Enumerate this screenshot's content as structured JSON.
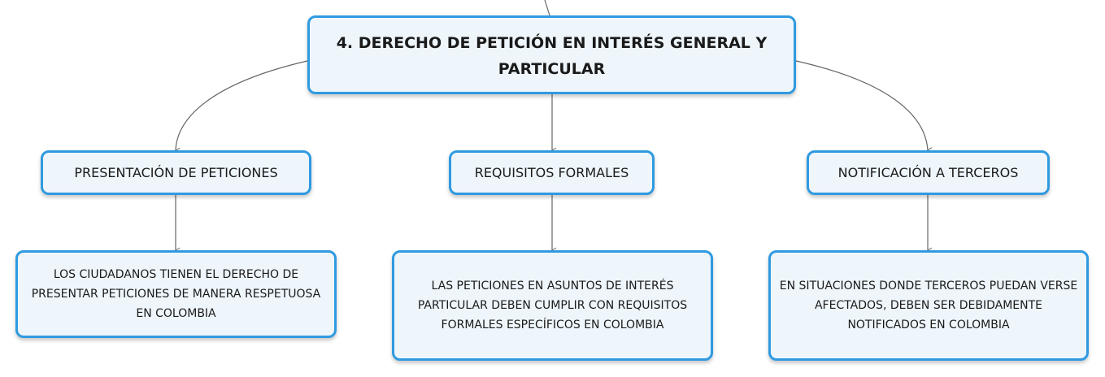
{
  "mindmap": {
    "root": {
      "text": "4. DERECHO DE PETICIÓN EN INTERÉS GENERAL Y PARTICULAR"
    },
    "topics": [
      {
        "title": "PRESENTACIÓN DE PETICIONES",
        "detail": "LOS CIUDADANOS TIENEN EL DERECHO DE PRESENTAR PETICIONES DE MANERA RESPETUOSA EN COLOMBIA"
      },
      {
        "title": "REQUISITOS FORMALES",
        "detail": "LAS PETICIONES EN ASUNTOS DE INTERÉS PARTICULAR DEBEN CUMPLIR CON REQUISITOS FORMALES ESPECÍFICOS EN COLOMBIA"
      },
      {
        "title": "NOTIFICACIÓN A TERCEROS",
        "detail": "EN SITUACIONES DONDE TERCEROS PUEDAN VERSE AFECTADOS, DEBEN SER DEBIDAMENTE NOTIFICADOS EN COLOMBIA"
      }
    ]
  },
  "colors": {
    "node_border": "#2f9ae0",
    "node_fill": "#eef6fc",
    "connector": "#666666",
    "text": "#1a1a1a"
  }
}
